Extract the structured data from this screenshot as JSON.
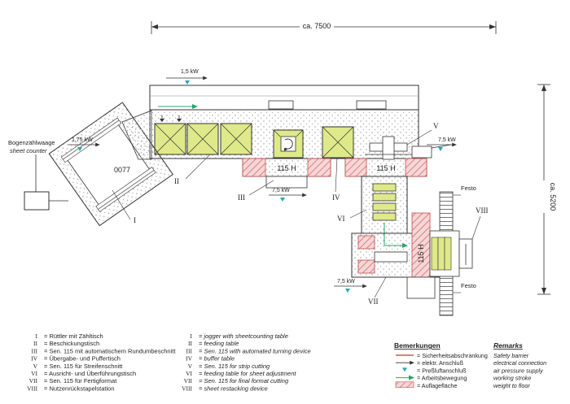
{
  "dimensions": {
    "width": "ca. 7500",
    "height": "ca. 5200"
  },
  "power": {
    "main": "1,5 kW",
    "counter": "1,75 kW",
    "right": "7,5 kW",
    "center": "7,5 kW",
    "bottom": "7,5 kW"
  },
  "labels": {
    "counter_de": "Bogenzählwaage",
    "counter_en": "sheet counter",
    "machine_no": "0077",
    "width_115a": "115 H",
    "width_115b": "115 H",
    "width_115c": "115 H",
    "festo_top": "Festo",
    "festo_bottom": "Festo"
  },
  "roman": {
    "I": "I",
    "II": "II",
    "III": "III",
    "IV": "IV",
    "V": "V",
    "VI": "VI",
    "VII": "VII",
    "VIII": "VIII"
  },
  "legend_de": [
    {
      "num": "I",
      "text": "= Rüttler mit Zähltisch"
    },
    {
      "num": "II",
      "text": "= Beschickungstisch"
    },
    {
      "num": "III",
      "text": "= Sen. 115 mit automatischem Rundumbeschnitt"
    },
    {
      "num": "IV",
      "text": "= Übergabe- und Puffertisch"
    },
    {
      "num": "V",
      "text": "= Sen. 115 für Streifenschnitt"
    },
    {
      "num": "VI",
      "text": "= Ausricht- und Überführungstisch"
    },
    {
      "num": "VII",
      "text": "= Sen. 115 für Fertigformat"
    },
    {
      "num": "VIII",
      "text": "= Nutzenrückstapelstation"
    }
  ],
  "legend_en": [
    {
      "num": "I",
      "text": "= jogger with sheetcounting table"
    },
    {
      "num": "II",
      "text": "= feeding table"
    },
    {
      "num": "III",
      "text": "= Sen. 115 with automated turning device"
    },
    {
      "num": "IV",
      "text": "= buffer table"
    },
    {
      "num": "V",
      "text": "= Sen. 115 for strip cutting"
    },
    {
      "num": "VI",
      "text": "= feeding table for sheet adjustment"
    },
    {
      "num": "VII",
      "text": "= Sen. 115 for final format cutting"
    },
    {
      "num": "VIII",
      "text": "= sheet restacking device"
    }
  ],
  "remarks": {
    "title_de": "Bemerkungen",
    "title_en": "Remarks",
    "items": [
      {
        "de": "= Sicherheitsabschrankung",
        "en": "Safety barrier",
        "color": "#d9534f"
      },
      {
        "de": "= elektr. Anschluß",
        "en": "electrical connection",
        "color": "#333333"
      },
      {
        "de": "= Preßluftanschluß",
        "en": "air pressure supply",
        "color": "#2aa7b0"
      },
      {
        "de": "= Arbeitsbewegung",
        "en": "working stroke",
        "color": "#2aa36a"
      },
      {
        "de": "= Auflagefläche",
        "en": "weight to floor",
        "color": "#d9534f"
      }
    ]
  },
  "colors": {
    "table": "#dfe98a",
    "barrier": "#e07a7a",
    "line": "#333333",
    "air": "#2aa7b0",
    "move": "#2aa36a"
  }
}
